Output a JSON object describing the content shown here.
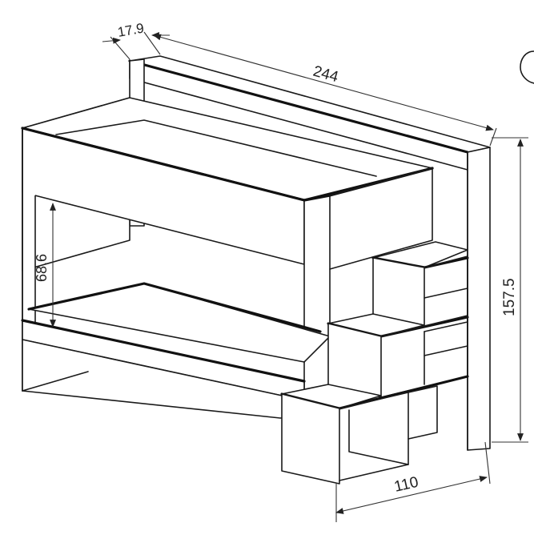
{
  "dimensions": {
    "thickness": "17.9",
    "length": "244",
    "height": "157.5",
    "bunk_clearance": "68.6",
    "stair_depth": "110"
  },
  "colors": {
    "line": "#1a1a1a",
    "background": "#ffffff"
  }
}
